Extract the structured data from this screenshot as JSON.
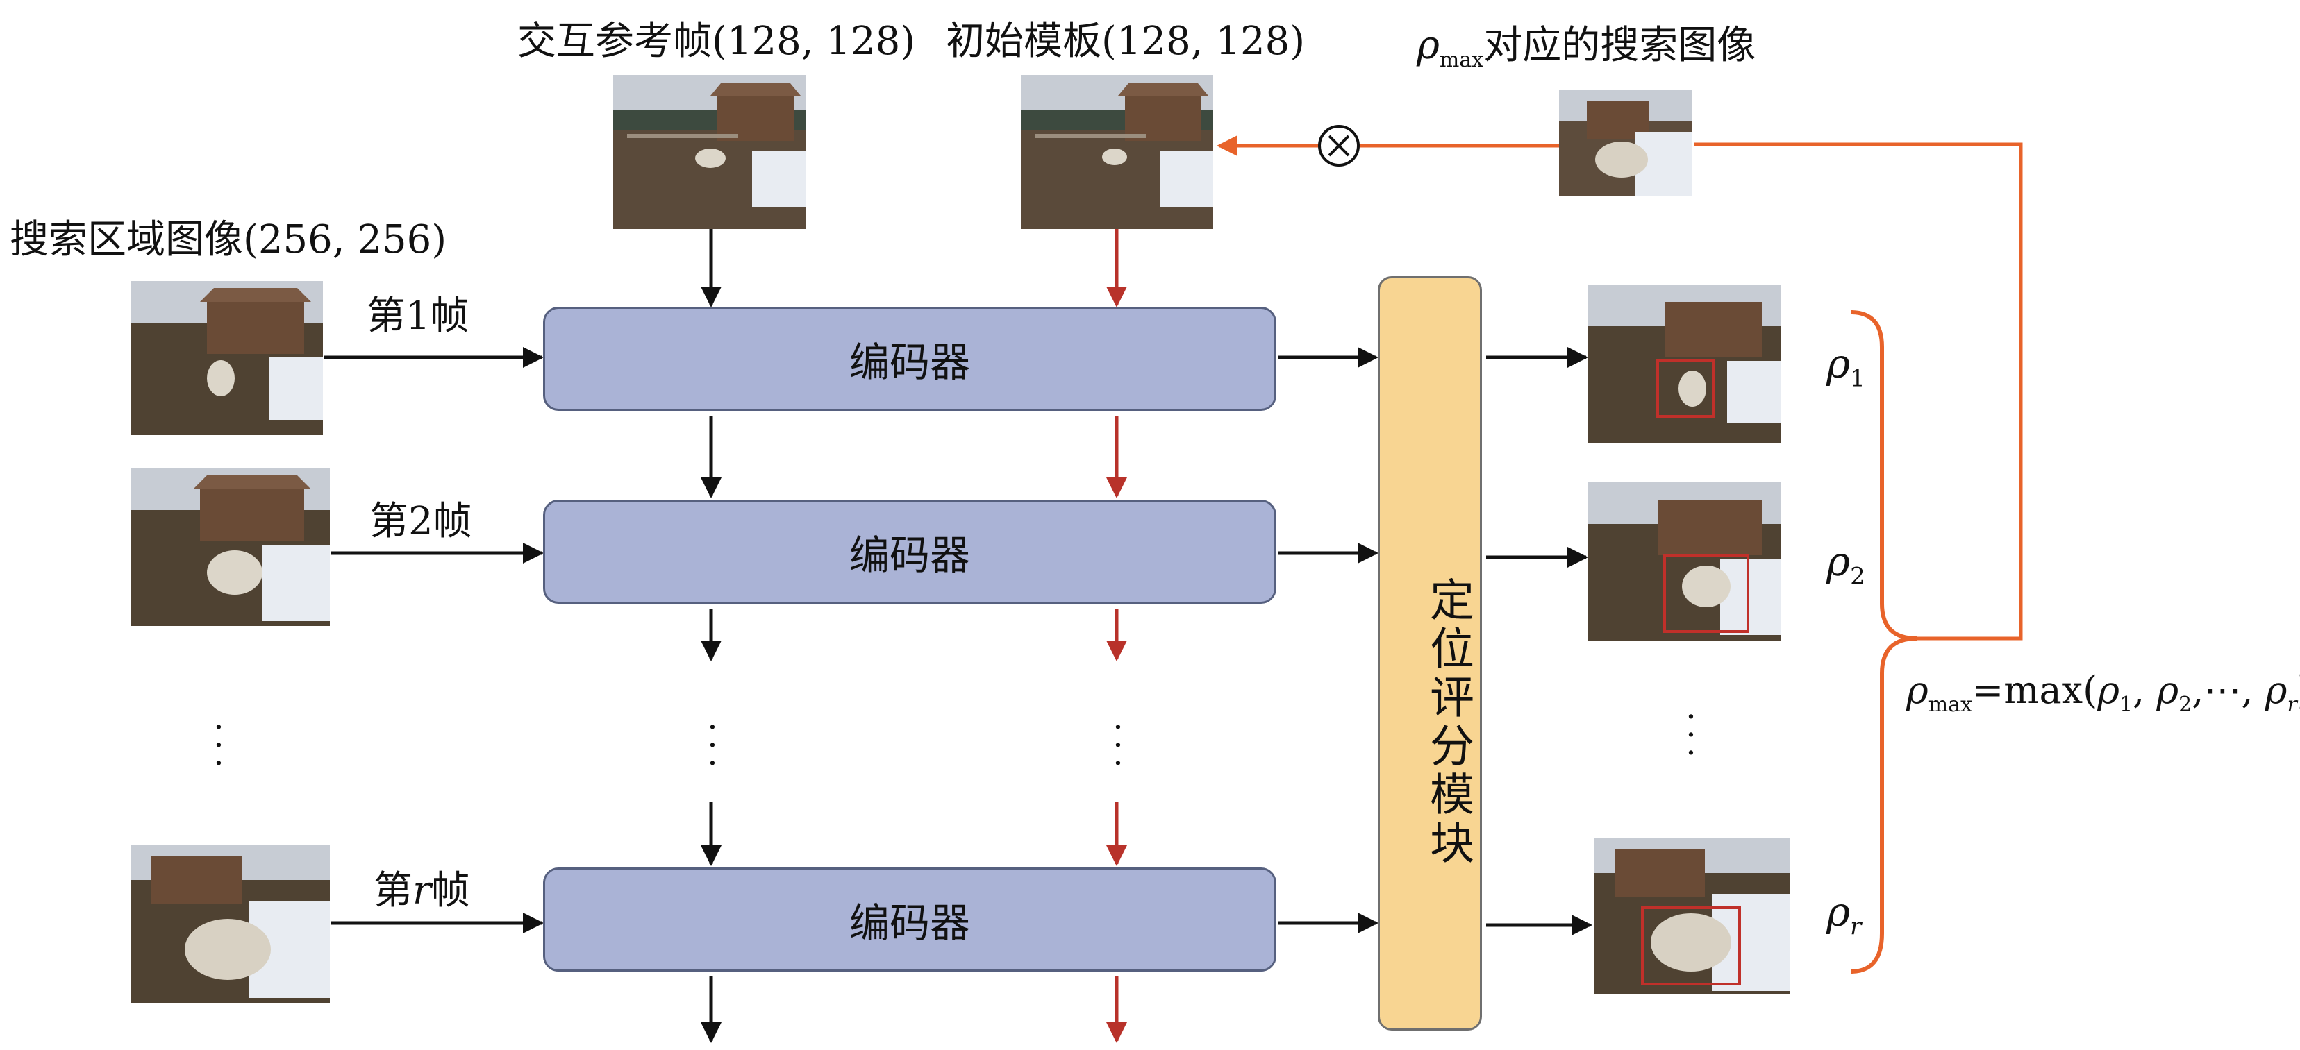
{
  "labels": {
    "interactive_ref": "交互参考帧(128, 128)",
    "initial_template": "初始模板(128, 128)",
    "search_region": "搜索区域图像(256, 256)",
    "rho_max_prefix": "ρ",
    "rho_max_sub": "max",
    "rho_max_suffix": "对应的搜索图像"
  },
  "frames": [
    {
      "label_prefix": "第",
      "label_var": "1",
      "label_suffix": "帧"
    },
    {
      "label_prefix": "第",
      "label_var": "2",
      "label_suffix": "帧"
    },
    {
      "label_prefix": "第",
      "label_var": "r",
      "label_suffix": "帧"
    }
  ],
  "encoder_label": "编码器",
  "scoring_module": "定位评分模块",
  "scores": [
    {
      "symbol": "ρ",
      "sub": "1"
    },
    {
      "symbol": "ρ",
      "sub": "2"
    },
    {
      "symbol": "ρ",
      "sub": "r"
    }
  ],
  "formula": {
    "lhs_symbol": "ρ",
    "lhs_sub": "max",
    "eq": "=max(",
    "a": "ρ",
    "a_sub": "1",
    "sep1": ", ",
    "b": "ρ",
    "b_sub": "2",
    "sep2": ",⋯, ",
    "c": "ρ",
    "c_sub": "r",
    "close": ")"
  },
  "multiply_symbol": "⊗",
  "colors": {
    "encoder_fill": "#aab3d6",
    "scoring_fill": "#f8d592",
    "template_arrow": "#b8322a",
    "feedback_arrow": "#e8632a",
    "black_arrow": "#111111"
  }
}
